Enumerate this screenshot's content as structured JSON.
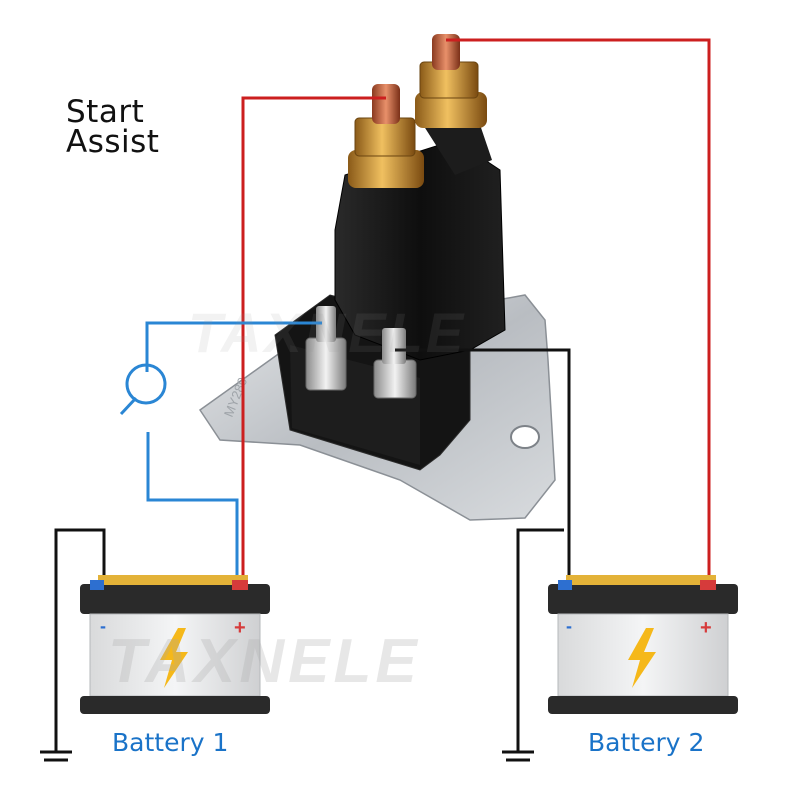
{
  "title": {
    "line1": "Start",
    "line2": "Assist"
  },
  "batteries": [
    {
      "label": "Battery 1",
      "neg_sign": "-",
      "pos_sign": "+"
    },
    {
      "label": "Battery 2",
      "neg_sign": "-",
      "pos_sign": "+"
    }
  ],
  "watermark": "TAXNELE",
  "relay_marking": "MY280",
  "colors": {
    "positive_wire": "#cc1f1f",
    "ground_wire": "#111111",
    "switch_wire": "#2a86d4",
    "battery_label": "#1a73c8",
    "bolt_icon": "#f5b81a"
  }
}
